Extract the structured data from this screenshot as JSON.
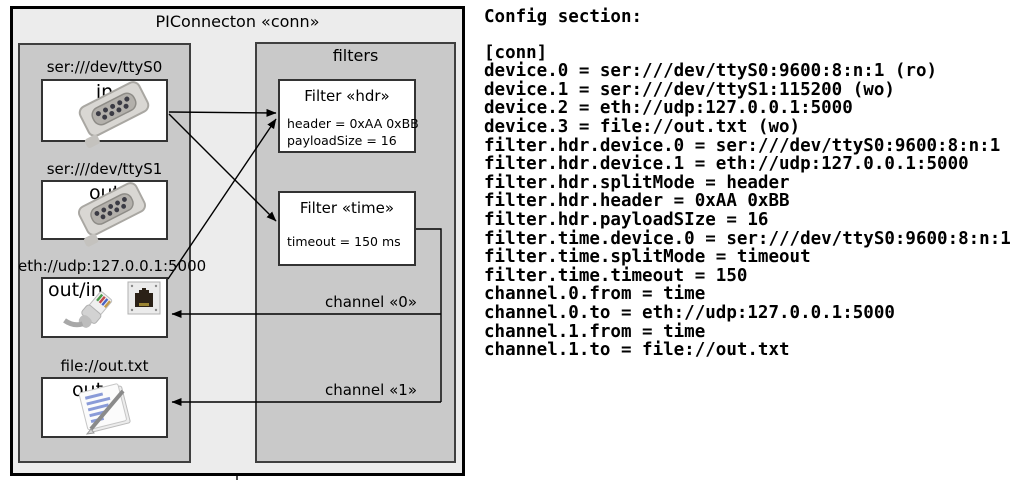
{
  "diagram": {
    "title": "PIConnecton «conn»",
    "filters_panel_title": "filters",
    "devices": [
      {
        "label": "ser:///dev/ttyS0",
        "port": "in",
        "icon": "serial-connector-icon"
      },
      {
        "label": "ser:///dev/ttyS1",
        "port": "out",
        "icon": "serial-connector-icon"
      },
      {
        "label": "eth://udp:127.0.0.1:5000",
        "port": "out/in",
        "icon": "ethernet-port-and-plug-icon"
      },
      {
        "label": "file://out.txt",
        "port": "out",
        "icon": "notepad-icon"
      }
    ],
    "filters": [
      {
        "title": "Filter «hdr»",
        "properties": [
          "header = 0xAA 0xBB",
          "payloadSize = 16"
        ]
      },
      {
        "title": "Filter «time»",
        "properties": [
          "timeout = 150 ms"
        ]
      }
    ],
    "channels": [
      {
        "label": "channel «0»"
      },
      {
        "label": "channel «1»"
      }
    ]
  },
  "config": {
    "heading": "Config section:",
    "lines": [
      "[conn]",
      "device.0 = ser:///dev/ttyS0:9600:8:n:1 (ro)",
      "device.1 = ser:///dev/ttyS1:115200 (wo)",
      "device.2 = eth://udp:127.0.0.1:5000",
      "device.3 = file://out.txt (wo)",
      "filter.hdr.device.0 = ser:///dev/ttyS0:9600:8:n:1",
      "filter.hdr.device.1 = eth://udp:127.0.0.1:5000",
      "filter.hdr.splitMode = header",
      "filter.hdr.header = 0xAA 0xBB",
      "filter.hdr.payloadSIze = 16",
      "filter.time.device.0 = ser:///dev/ttyS0:9600:8:n:1",
      "filter.time.splitMode = timeout",
      "filter.time.timeout = 150",
      "channel.0.from = time",
      "channel.0.to = eth://udp:127.0.0.1:5000",
      "channel.1.from = time",
      "channel.1.to = file://out.txt"
    ]
  },
  "colors": {
    "outer_box_bg": "#ececec",
    "panel_bg": "#c9c9c9",
    "device_box_bg": "#ffffff",
    "border": "#333333",
    "line": "#000000",
    "text": "#000000"
  }
}
